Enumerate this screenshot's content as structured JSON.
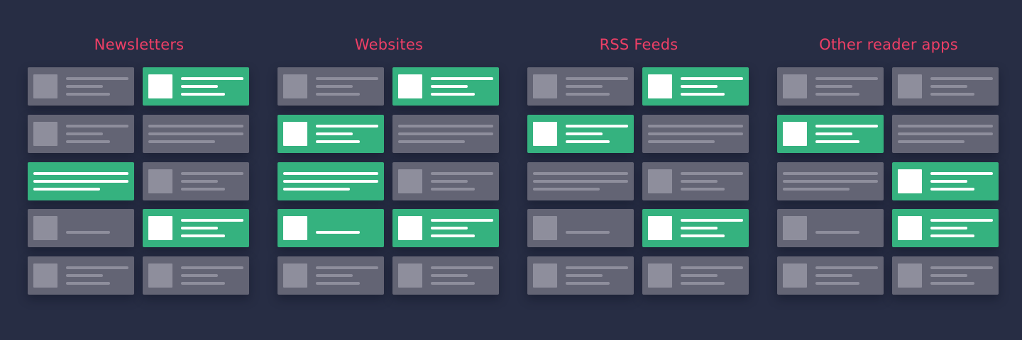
{
  "colors": {
    "background": "#272d44",
    "title": "#ee3f66",
    "card_gray": "#636474",
    "card_green": "#35b27f",
    "thumb_gray": "#8e8e9c",
    "thumb_green": "#ffffff",
    "line_gray": "#8e8e9c",
    "line_green": "#ffffff"
  },
  "groups": [
    {
      "title": "Newsletters",
      "cards": [
        {
          "variant": "gray",
          "layout": "thumb3"
        },
        {
          "variant": "green",
          "layout": "thumb3"
        },
        {
          "variant": "gray",
          "layout": "thumb3"
        },
        {
          "variant": "gray",
          "layout": "text3"
        },
        {
          "variant": "green",
          "layout": "text3"
        },
        {
          "variant": "gray",
          "layout": "thumb3"
        },
        {
          "variant": "gray",
          "layout": "thumb1"
        },
        {
          "variant": "green",
          "layout": "thumb3"
        },
        {
          "variant": "gray",
          "layout": "thumb3"
        },
        {
          "variant": "gray",
          "layout": "thumb3"
        }
      ]
    },
    {
      "title": "Websites",
      "cards": [
        {
          "variant": "gray",
          "layout": "thumb3"
        },
        {
          "variant": "green",
          "layout": "thumb3"
        },
        {
          "variant": "green",
          "layout": "thumb3"
        },
        {
          "variant": "gray",
          "layout": "text3"
        },
        {
          "variant": "green",
          "layout": "text3"
        },
        {
          "variant": "gray",
          "layout": "thumb3"
        },
        {
          "variant": "green",
          "layout": "thumb1"
        },
        {
          "variant": "green",
          "layout": "thumb3"
        },
        {
          "variant": "gray",
          "layout": "thumb3"
        },
        {
          "variant": "gray",
          "layout": "thumb3"
        }
      ]
    },
    {
      "title": "RSS Feeds",
      "cards": [
        {
          "variant": "gray",
          "layout": "thumb3"
        },
        {
          "variant": "green",
          "layout": "thumb3"
        },
        {
          "variant": "green",
          "layout": "thumb3"
        },
        {
          "variant": "gray",
          "layout": "text3"
        },
        {
          "variant": "gray",
          "layout": "text3"
        },
        {
          "variant": "gray",
          "layout": "thumb3"
        },
        {
          "variant": "gray",
          "layout": "thumb1"
        },
        {
          "variant": "green",
          "layout": "thumb3"
        },
        {
          "variant": "gray",
          "layout": "thumb3"
        },
        {
          "variant": "gray",
          "layout": "thumb3"
        }
      ]
    },
    {
      "title": "Other reader apps",
      "cards": [
        {
          "variant": "gray",
          "layout": "thumb3"
        },
        {
          "variant": "gray",
          "layout": "thumb3"
        },
        {
          "variant": "green",
          "layout": "thumb3"
        },
        {
          "variant": "gray",
          "layout": "text3"
        },
        {
          "variant": "gray",
          "layout": "text3"
        },
        {
          "variant": "green",
          "layout": "thumb3"
        },
        {
          "variant": "gray",
          "layout": "thumb1"
        },
        {
          "variant": "green",
          "layout": "thumb3"
        },
        {
          "variant": "gray",
          "layout": "thumb3"
        },
        {
          "variant": "gray",
          "layout": "thumb3"
        }
      ]
    }
  ]
}
